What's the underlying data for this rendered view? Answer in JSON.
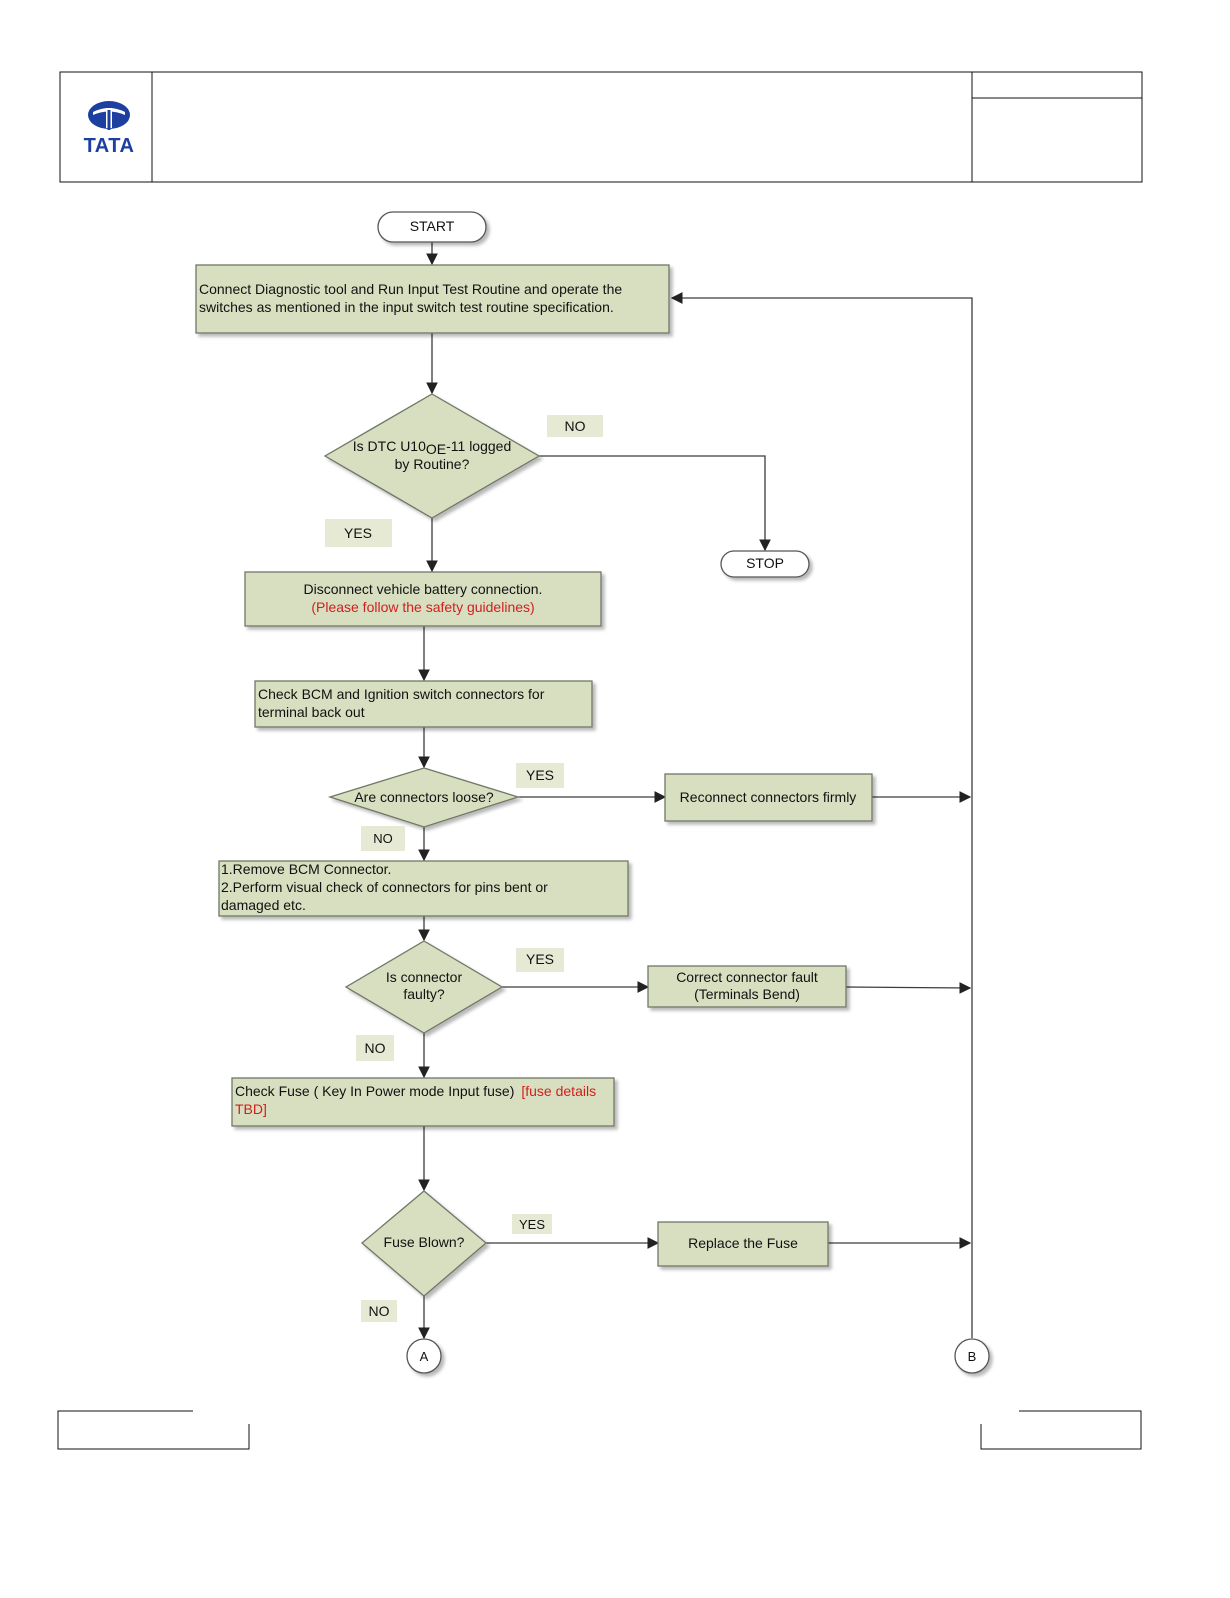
{
  "header": {
    "logo_text": "TATA",
    "title": "",
    "ref_top": "",
    "ref_bottom": ""
  },
  "flowchart": {
    "start": "START",
    "step_connect": [
      "Connect Diagnostic tool and Run Input Test Routine and operate the",
      "switches as mentioned in the input switch test routine specification."
    ],
    "decision_dtc": [
      "Is DTC U10",
      "OE",
      "-11 logged",
      "by Routine?"
    ],
    "no_dtc": "NO",
    "stop": "STOP",
    "yes_dtc": "YES",
    "step_disconnect": "Disconnect vehicle battery connection.",
    "step_disconnect_note": "(Please follow the safety guidelines)",
    "step_check": [
      "Check  BCM and Ignition switch connectors for",
      "terminal back out"
    ],
    "decision_loose": "Are connectors loose?",
    "yes_loose": "YES",
    "step_reconnect": "Reconnect connectors firmly",
    "no_loose": "NO",
    "step_remove": [
      "1.Remove BCM Connector.",
      "2.Perform visual check of connectors for pins bent or",
      "damaged etc."
    ],
    "decision_faulty": [
      "Is connector",
      "faulty?"
    ],
    "yes_faulty": "YES",
    "step_correct": [
      "Correct connector fault",
      "(Terminals Bend)"
    ],
    "no_faulty": "NO",
    "step_fuse": "Check Fuse ( Key In Power mode Input fuse)",
    "step_fuse_note": [
      "[fuse details",
      "TBD]"
    ],
    "decision_fuse": "Fuse Blown?",
    "yes_fuse": "YES",
    "step_replace": "Replace the Fuse",
    "no_fuse": "NO",
    "connector_a": "A",
    "connector_b": "B"
  },
  "footer": {
    "left": "",
    "right": ""
  },
  "colors": {
    "box_fill": "#d8dfc0",
    "box_stroke": "#6f7766",
    "note_red": "#d0201e",
    "logo_blue": "#1d3fa0"
  }
}
